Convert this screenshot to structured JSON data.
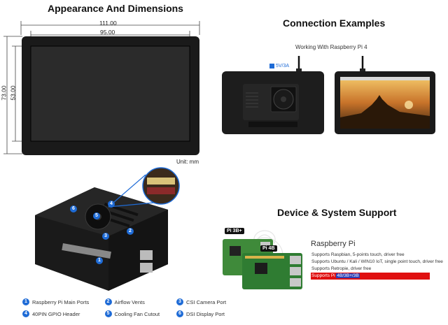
{
  "headings": {
    "appearance": "Appearance And Dimensions",
    "connection": "Connection Examples",
    "support": "Device & System Support"
  },
  "dimensions": {
    "outer_width": "111.00",
    "inner_width": "95.00",
    "outer_height": "73.00",
    "inner_height": "53.00",
    "unit": "Unit: mm"
  },
  "connection": {
    "caption": "Working With Raspberry Pi 4",
    "power_label": "5V/3A"
  },
  "device_support": {
    "chip_a": "Pi 3B+",
    "chip_b": "Pi 4B",
    "title": "Raspberry Pi",
    "lines": [
      "Supports Raspbian, 5-points touch, driver free",
      "Supports Ubuntu / Kali / WIN10 IoT, single point touch, driver free",
      "Supports Retropie, driver free"
    ],
    "highlight_prefix": "Supports Pi ",
    "highlight_models": "4B/3B+/3B",
    "colors": {
      "highlight_bg": "#e01010",
      "models_bg": "#2d3fb5"
    }
  },
  "legend": [
    {
      "num": "1",
      "label": "Raspberry Pi Main Ports"
    },
    {
      "num": "2",
      "label": "Airflow Vents"
    },
    {
      "num": "3",
      "label": "CSI Camera Port"
    },
    {
      "num": "4",
      "label": "40PIN GPIO Header"
    },
    {
      "num": "5",
      "label": "Cooling Fan Cutout"
    },
    {
      "num": "6",
      "label": "DSI Display Port"
    }
  ],
  "callouts": [
    "1",
    "2",
    "3",
    "4",
    "5",
    "6"
  ]
}
